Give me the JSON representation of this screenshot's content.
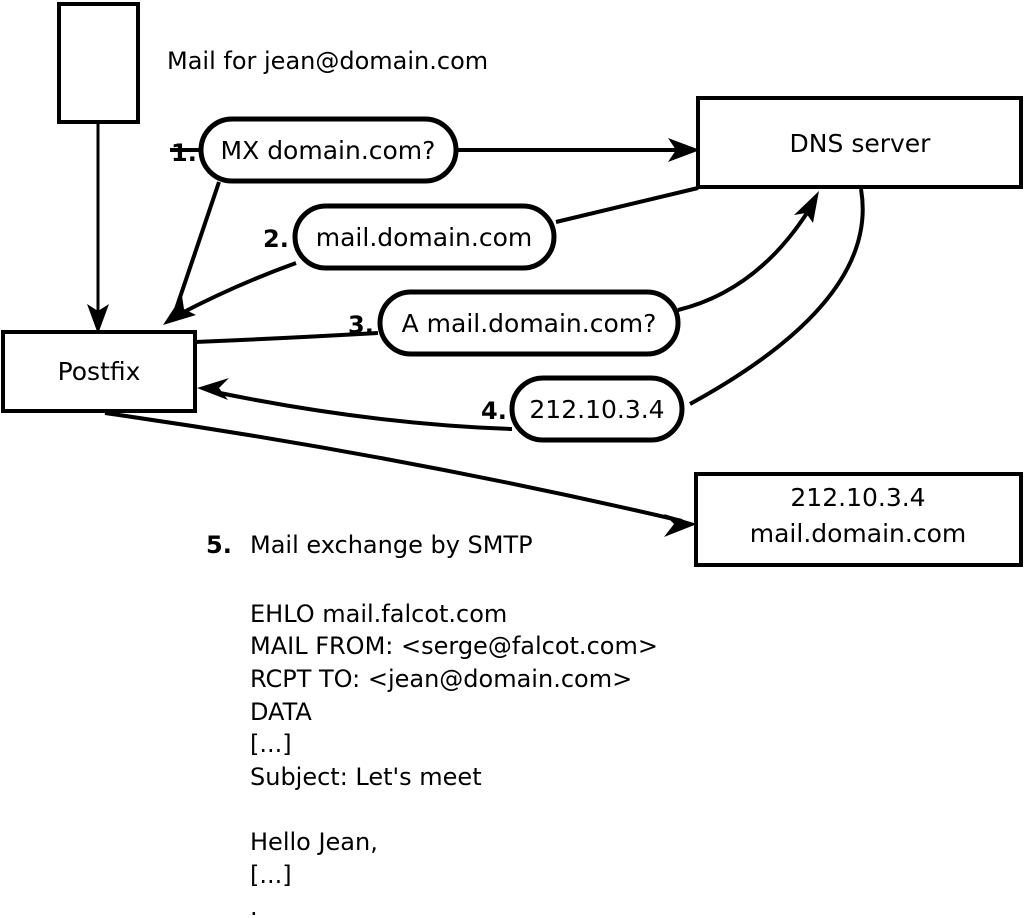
{
  "diagram": {
    "caption": "Mail for jean@domain.com",
    "nodes": [
      {
        "id": "sender",
        "label": ""
      },
      {
        "id": "postfix",
        "label": "Postfix"
      },
      {
        "id": "dns",
        "label": "DNS server"
      },
      {
        "id": "remote",
        "line1": "212.10.3.4",
        "line2": "mail.domain.com"
      }
    ],
    "steps": [
      {
        "number": "1.",
        "label": "MX domain.com?"
      },
      {
        "number": "2.",
        "label": "mail.domain.com"
      },
      {
        "number": "3.",
        "label": "A mail.domain.com?"
      },
      {
        "number": "4.",
        "label": "212.10.3.4"
      },
      {
        "number": "5.",
        "label": "Mail exchange by SMTP"
      }
    ],
    "transcript": [
      "EHLO mail.falcot.com",
      "MAIL FROM: <serge@falcot.com>",
      "RCPT TO: <jean@domain.com>",
      "DATA",
      "[...]",
      "Subject: Let's meet",
      "",
      "Hello Jean,",
      "[...]",
      "."
    ]
  },
  "colors": {
    "stroke": "#000000",
    "fill": "#ffffff",
    "text": "#000000"
  }
}
